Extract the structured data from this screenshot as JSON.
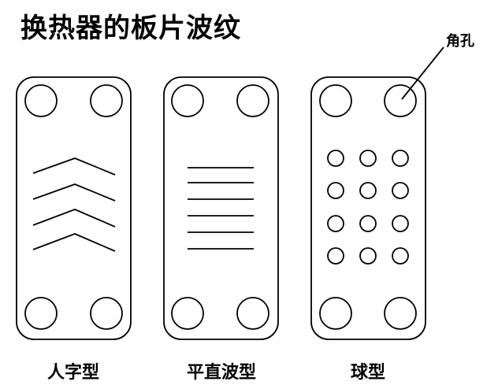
{
  "title": "换热器的板片波纹",
  "callout_label": "角孔",
  "plates": [
    {
      "pattern": "chevron",
      "label": "人字型"
    },
    {
      "pattern": "straight",
      "label": "平直波型"
    },
    {
      "pattern": "dimple",
      "label": "球型"
    }
  ]
}
